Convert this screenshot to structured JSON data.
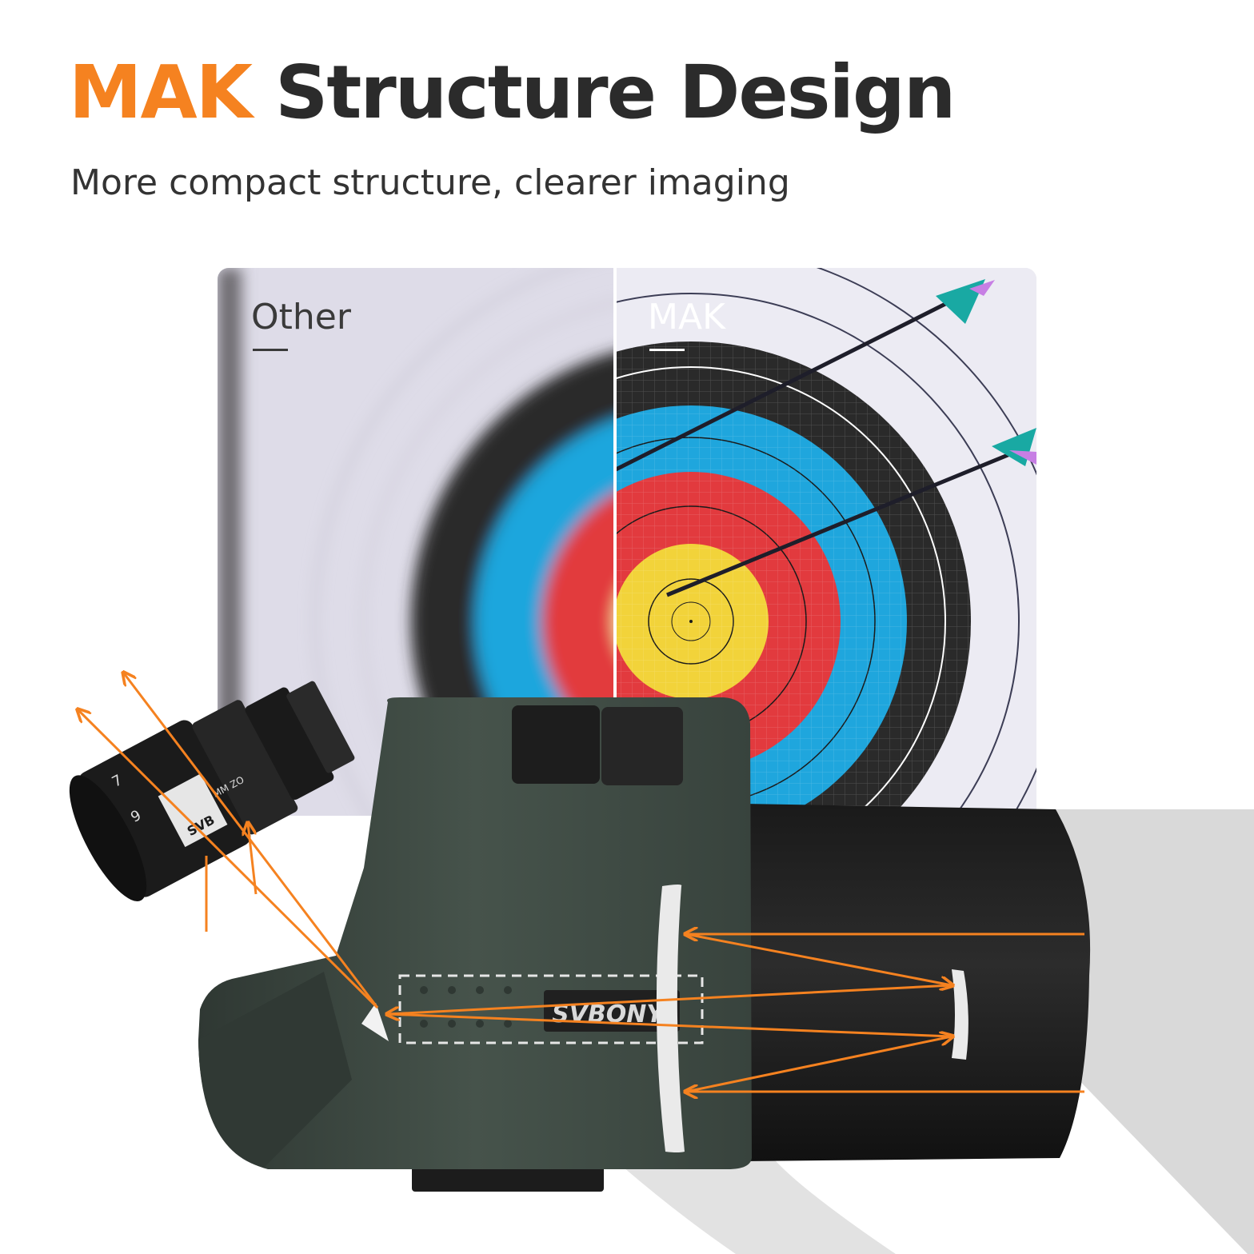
{
  "header": {
    "title_accent": "MAK",
    "title_rest": "Structure Design",
    "subtitle": "More compact structure, clearer imaging"
  },
  "comparison": {
    "left_label": "Other",
    "right_label": "MAK"
  },
  "product": {
    "brand_label": "SVBONY",
    "eyepiece_marks": [
      "7",
      "9"
    ],
    "eyepiece_tag": "SVB",
    "zoom_tag": "MM ZO"
  },
  "colors": {
    "accent": "#f58220",
    "title": "#2b2b2b",
    "scope_body": "#3e4a43",
    "target_yellow": "#f2d33a",
    "target_red": "#e23a3e",
    "target_blue": "#1fa6dd",
    "target_black": "#2a2a2a"
  }
}
